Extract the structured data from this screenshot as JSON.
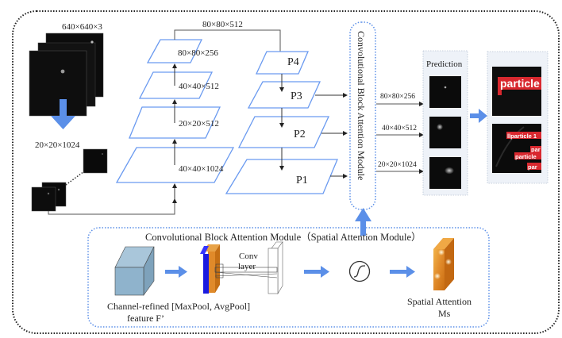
{
  "input": {
    "image_size": "640×640×3",
    "backbone_output": "20×20×1024"
  },
  "backbone_layers": [
    {
      "label": "80×80×256"
    },
    {
      "label": "40×40×512"
    },
    {
      "label": "20×20×512"
    },
    {
      "label": "40×40×1024"
    }
  ],
  "top_connection_label": "80×80×512",
  "pyramid_levels": [
    {
      "label": "P4"
    },
    {
      "label": "P3"
    },
    {
      "label": "P2"
    },
    {
      "label": "P1"
    }
  ],
  "cbam_vertical_label": "Convolutional Block Attention Module",
  "head_outputs": [
    {
      "label": "80×80×256"
    },
    {
      "label": "40×40×512"
    },
    {
      "label": "20×20×1024"
    }
  ],
  "prediction": {
    "title": "Prediction"
  },
  "detections": {
    "top_label": "particle",
    "bottom_labels": [
      "llparticle 1",
      "par",
      "particle",
      "par"
    ]
  },
  "spatial_module": {
    "title": "Convolutional Block Attention Module（Spatial Attention Module）",
    "input_label_line1": "Channel-refined [MaxPool, AvgPool]",
    "input_label_line2": "feature F’",
    "conv_label_line1": "Conv",
    "conv_label_line2": "layer",
    "output_label_line1": "Spatial Attention",
    "output_label_line2": "Ms"
  },
  "colors": {
    "accent_blue": "#5b8fe8",
    "layer_outline": "#6a9af0",
    "cube_blue": "#8fb3cc",
    "orange": "#e08a2a",
    "deep_blue": "#1a1ae0",
    "detection_red": "#d9282f"
  }
}
